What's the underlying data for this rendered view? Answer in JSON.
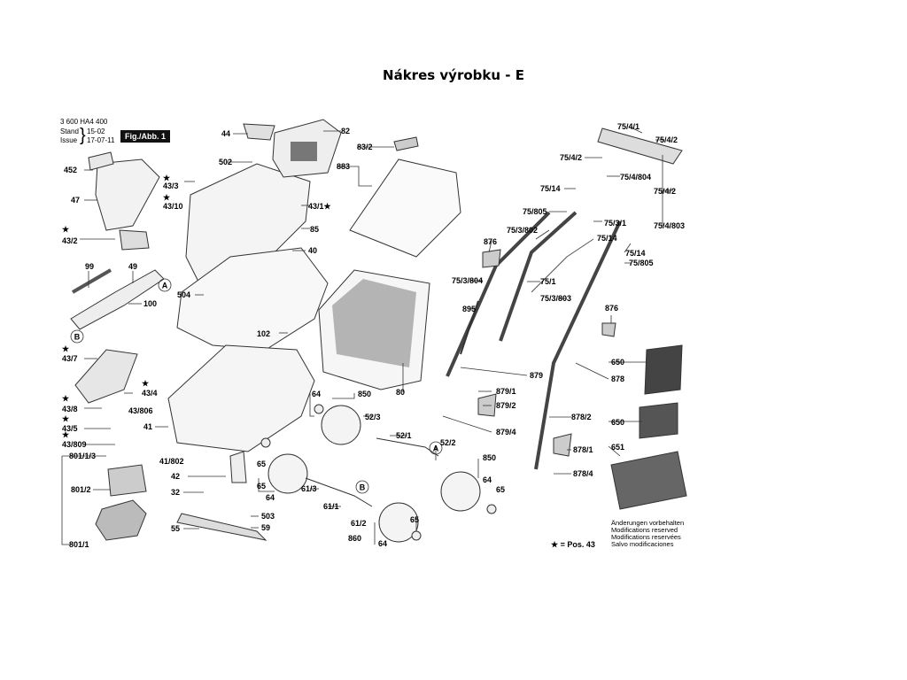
{
  "title": "Nákres výrobku - E",
  "header": {
    "code": "3 600 HA4 400",
    "stand_label": "Stand",
    "issue_label": "Issue",
    "date1": "15-02",
    "date2": "17-07-11",
    "fig": "Fig./Abb. 1"
  },
  "notes": [
    "Änderungen vorbehalten",
    "Modifications reserved",
    "Modifications reservées",
    "Salvo modificaciones"
  ],
  "legend": "★ = Pos. 43",
  "circle_labels": [
    "A",
    "B"
  ],
  "part_labels": [
    "44",
    "82",
    "502",
    "83/2",
    "883",
    "452",
    "★",
    "43/3",
    "47",
    "★",
    "43/10",
    "43/1★",
    "85",
    "★",
    "43/2",
    "40",
    "99",
    "49",
    "504",
    "100",
    "102",
    "★",
    "43/7",
    "★",
    "43/4",
    "★",
    "43/8",
    "43/806",
    "★",
    "43/5",
    "41",
    "★",
    "43/809",
    "801/1/3",
    "41/802",
    "65",
    "64",
    "850",
    "52/3",
    "80",
    "52/1",
    "52/2",
    "801/2",
    "42",
    "32",
    "65",
    "64",
    "61/3",
    "61/1",
    "503",
    "59",
    "55",
    "801/1",
    "61/2",
    "860",
    "64",
    "65",
    "850",
    "64",
    "65",
    "75/4/1",
    "75/4/2",
    "75/4/2",
    "75/4/804",
    "75/14",
    "75/4/2",
    "75/805",
    "75/3/1",
    "75/4/803",
    "876",
    "75/3/802",
    "75/14",
    "75/14",
    "75/805",
    "75/3/804",
    "75/1",
    "75/3/803",
    "895",
    "876",
    "650",
    "879",
    "878",
    "879/1",
    "879/2",
    "650",
    "878/2",
    "879/4",
    "878/1",
    "651",
    "878/4"
  ]
}
